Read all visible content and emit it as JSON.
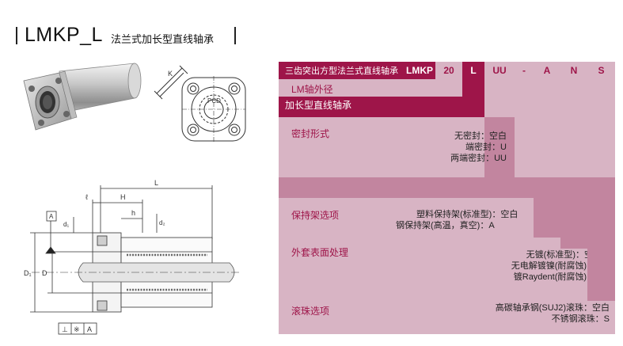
{
  "title": {
    "main": "LMKP_L",
    "sub": "法兰式加长型直线轴承"
  },
  "code_header": {
    "label": "三齿突出方型法兰式直线轴承",
    "codes": [
      "LMKP",
      "20",
      "L",
      "UU",
      "-",
      "A",
      "N",
      "S"
    ]
  },
  "rows": {
    "lm_label": "LM轴外径",
    "long_label": "加长型直线轴承",
    "seal": {
      "label": "密封形式",
      "options": [
        "无密封：空白",
        "端密封：U",
        "两端密封：UU"
      ]
    },
    "retainer": {
      "label": "保持架选项",
      "options": [
        "塑料保持架(标准型)：空白",
        "钢保持架(高温，真空)：A"
      ]
    },
    "surface": {
      "label": "外套表面处理",
      "options": [
        "无镀(标准型)：空白",
        "无电解镀镍(耐腐蚀)：N",
        "镀Raydent(耐腐蚀)：R"
      ]
    },
    "ball": {
      "label": "滚珠选项",
      "options": [
        "高碳轴承钢(SUJ2)滚珠：空白",
        "不锈钢滚珠：S"
      ]
    }
  },
  "drawing": {
    "labels": {
      "K": "K",
      "PCD": "PCD",
      "L": "L",
      "H": "H",
      "l": "ℓ",
      "h": "h",
      "d1": "d₁",
      "d2": "d₂",
      "D1": "D₁",
      "D": "D",
      "A": "A",
      "tol": [
        "⊥",
        "※",
        "A"
      ]
    }
  },
  "colors": {
    "dark": "#9e1549",
    "pink": "#d8b4c4",
    "mid": "#c2859f"
  }
}
